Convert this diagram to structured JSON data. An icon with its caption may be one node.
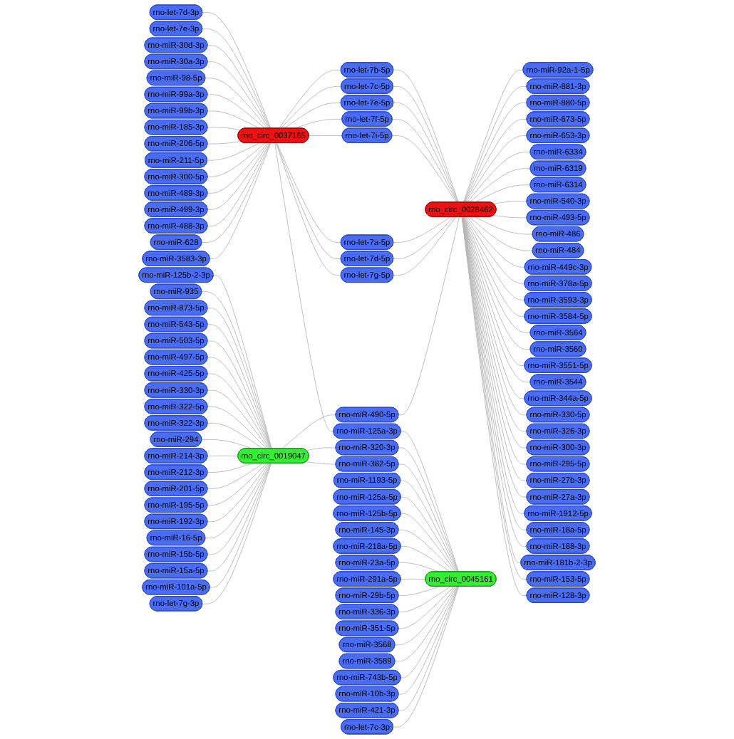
{
  "diagram": {
    "nodes": [
      {
        "text": [
          "rno_circ_0028462"
        ]
      },
      {
        "text": [
          "rno_circ_0037165"
        ]
      },
      {
        "text": [
          "rno_circ_0045161"
        ]
      },
      {
        "text": [
          "rno_circ_0019047"
        ]
      },
      {
        "text": [
          "rno-let-7b-5p"
        ]
      },
      {
        "text": [
          "rno-let-7c-5p"
        ]
      },
      {
        "text": [
          "rno-let-7e-5p"
        ]
      },
      {
        "text": [
          "rno-let-7f-5p"
        ]
      },
      {
        "text": [
          "rno-let-7i-5p"
        ]
      },
      {
        "text": [
          "rno-let-7a-5p"
        ]
      },
      {
        "text": [
          "rno-let-7d-5p"
        ]
      },
      {
        "text": [
          "rno-let-7g-5p"
        ]
      },
      {
        "text": [
          "rno-miR-490-5p"
        ]
      },
      {
        "text": [
          "rno-miR-125a-3p"
        ]
      },
      {
        "text": [
          "rno-miR-320-3p"
        ]
      },
      {
        "text": [
          "rno-miR-382-5p"
        ]
      },
      {
        "text": [
          "rno-miR-92a-1-5p"
        ]
      },
      {
        "text": [
          "rno-miR-881-3p"
        ]
      },
      {
        "text": [
          "rno-miR-880-5p"
        ]
      },
      {
        "text": [
          "rno-miR-673-5p"
        ]
      },
      {
        "text": [
          "rno-miR-653-3p"
        ]
      },
      {
        "text": [
          "rno-miR-6334"
        ]
      },
      {
        "text": [
          "rno-miR-6319"
        ]
      },
      {
        "text": [
          "rno-miR-6314"
        ]
      },
      {
        "text": [
          "rno-miR-540-3p"
        ]
      },
      {
        "text": [
          "rno-miR-493-5p"
        ]
      },
      {
        "text": [
          "rno-miR-486"
        ]
      },
      {
        "text": [
          "rno-miR-484"
        ]
      },
      {
        "text": [
          "rno-miR-449c-3p"
        ]
      },
      {
        "text": [
          "rno-miR-378a-5p"
        ]
      },
      {
        "text": [
          "rno-miR-3593-3p"
        ]
      },
      {
        "text": [
          "rno-miR-3584-5p"
        ]
      },
      {
        "text": [
          "rno-miR-3564"
        ]
      },
      {
        "text": [
          "rno-miR-3560"
        ]
      },
      {
        "text": [
          "rno-miR-3551-5p"
        ]
      },
      {
        "text": [
          "rno-miR-3544"
        ]
      },
      {
        "text": [
          "rno-miR-344a-5p"
        ]
      },
      {
        "text": [
          "rno-miR-330-5p"
        ]
      },
      {
        "text": [
          "rno-miR-326-3p"
        ]
      },
      {
        "text": [
          "rno-miR-300-3p"
        ]
      },
      {
        "text": [
          "rno-miR-295-5p"
        ]
      },
      {
        "text": [
          "rno-miR-27b-3p"
        ]
      },
      {
        "text": [
          "rno-miR-27a-3p"
        ]
      },
      {
        "text": [
          "rno-miR-1912-5p"
        ]
      },
      {
        "text": [
          "rno-miR-18a-5p"
        ]
      },
      {
        "text": [
          "rno-miR-188-3p"
        ]
      },
      {
        "text": [
          "rno-miR-181b-2-3p"
        ]
      },
      {
        "text": [
          "rno-miR-153-5p"
        ]
      },
      {
        "text": [
          "rno-miR-128-3p"
        ]
      },
      {
        "text": [
          "rno-let-7d-3p"
        ]
      },
      {
        "text": [
          "rno-let-7e-3p"
        ]
      },
      {
        "text": [
          "rno-miR-30d-3p"
        ]
      },
      {
        "text": [
          "rno-miR-30a-3p"
        ]
      },
      {
        "text": [
          "rno-miR-98-5p"
        ]
      },
      {
        "text": [
          "rno-miR-99a-3p"
        ]
      },
      {
        "text": [
          "rno-miR-99b-3p"
        ]
      },
      {
        "text": [
          "rno-miR-185-3p"
        ]
      },
      {
        "text": [
          "rno-miR-206-5p"
        ]
      },
      {
        "text": [
          "rno-miR-211-5p"
        ]
      },
      {
        "text": [
          "rno-miR-300-5p"
        ]
      },
      {
        "text": [
          "rno-miR-489-3p"
        ]
      },
      {
        "text": [
          "rno-miR-499-3p"
        ]
      },
      {
        "text": [
          "rno-miR-488-3p"
        ]
      },
      {
        "text": [
          "rno-miR-628"
        ]
      },
      {
        "text": [
          "rno-miR-3583-3p"
        ]
      },
      {
        "text": [
          "rno-miR-1193-5p"
        ]
      },
      {
        "text": [
          "rno-miR-125a-5p"
        ]
      },
      {
        "text": [
          "rno-miR-125b-5p"
        ]
      },
      {
        "text": [
          "rno-miR-145-3p"
        ]
      },
      {
        "text": [
          "rno-miR-218a-5p"
        ]
      },
      {
        "text": [
          "rno-miR-23a-5p"
        ]
      },
      {
        "text": [
          "rno-miR-291a-5p"
        ]
      },
      {
        "text": [
          "rno-miR-29b-5p"
        ]
      },
      {
        "text": [
          "rno-miR-336-3p"
        ]
      },
      {
        "text": [
          "rno-miR-351-5p"
        ]
      },
      {
        "text": [
          "rno-miR-3568"
        ]
      },
      {
        "text": [
          "rno-miR-3589"
        ]
      },
      {
        "text": [
          "rno-miR-743b-5p"
        ]
      },
      {
        "text": [
          "rno-miR-10b-3p"
        ]
      },
      {
        "text": [
          "rno-miR-421-3p"
        ]
      },
      {
        "text": [
          "rno-let-7c-3p"
        ]
      },
      {
        "text": [
          "rno-miR-125b-2-3p"
        ]
      },
      {
        "text": [
          "rno-miR-935"
        ]
      },
      {
        "text": [
          "rno-miR-873-5p"
        ]
      },
      {
        "text": [
          "rno-miR-543-5p"
        ]
      },
      {
        "text": [
          "rno-miR-503-5p"
        ]
      },
      {
        "text": [
          "rno-miR-497-5p"
        ]
      },
      {
        "text": [
          "rno-miR-425-5p"
        ]
      },
      {
        "text": [
          "rno-miR-330-3p"
        ]
      },
      {
        "text": [
          "rno-miR-322-5p"
        ]
      },
      {
        "text": [
          "rno-miR-322-3p"
        ]
      },
      {
        "text": [
          "rno-miR-294"
        ]
      },
      {
        "text": [
          "rno-miR-214-3p"
        ]
      },
      {
        "text": [
          "rno-miR-212-3p"
        ]
      },
      {
        "text": [
          "rno-miR-201-5p"
        ]
      },
      {
        "text": [
          "rno-miR-195-5p"
        ]
      },
      {
        "text": [
          "rno-miR-192-3p"
        ]
      },
      {
        "text": [
          "rno-miR-16-5p"
        ]
      },
      {
        "text": [
          "rno-miR-15b-5p"
        ]
      },
      {
        "text": [
          "rno-miR-15a-5p"
        ]
      },
      {
        "text": [
          "rno-miR-101a-5p"
        ]
      },
      {
        "text": [
          "rno-let-7g-3p"
        ]
      }
    ],
    "edges": [
      {
        "from": 1,
        "to": 4,
        "arrow": "none"
      },
      {
        "from": 4,
        "to": 0,
        "arrow": "none"
      },
      {
        "from": 1,
        "to": 5,
        "arrow": "none"
      },
      {
        "from": 5,
        "to": 0,
        "arrow": "none"
      },
      {
        "from": 1,
        "to": 6,
        "arrow": "none"
      },
      {
        "from": 6,
        "to": 0,
        "arrow": "none"
      },
      {
        "from": 1,
        "to": 7,
        "arrow": "none"
      },
      {
        "from": 7,
        "to": 0,
        "arrow": "none"
      },
      {
        "from": 1,
        "to": 8,
        "arrow": "none"
      },
      {
        "from": 8,
        "to": 0,
        "arrow": "none"
      },
      {
        "from": 1,
        "to": 9,
        "arrow": "none"
      },
      {
        "from": 9,
        "to": 0,
        "arrow": "none"
      },
      {
        "from": 1,
        "to": 10,
        "arrow": "none"
      },
      {
        "from": 10,
        "to": 0,
        "arrow": "none"
      },
      {
        "from": 1,
        "to": 11,
        "arrow": "none"
      },
      {
        "from": 11,
        "to": 0,
        "arrow": "none"
      },
      {
        "from": 3,
        "to": 12,
        "arrow": "none"
      },
      {
        "from": 12,
        "to": 0,
        "arrow": "none"
      },
      {
        "from": 1,
        "to": 13,
        "arrow": "none"
      },
      {
        "from": 13,
        "to": 2,
        "arrow": "none"
      },
      {
        "from": 3,
        "to": 14,
        "arrow": "none"
      },
      {
        "from": 14,
        "to": 2,
        "arrow": "none"
      },
      {
        "from": 3,
        "to": 15,
        "arrow": "none"
      },
      {
        "from": 15,
        "to": 2,
        "arrow": "none"
      },
      {
        "from": 0,
        "to": 16,
        "arrow": "none"
      },
      {
        "from": 0,
        "to": 17,
        "arrow": "none"
      },
      {
        "from": 0,
        "to": 18,
        "arrow": "none"
      },
      {
        "from": 0,
        "to": 19,
        "arrow": "none"
      },
      {
        "from": 0,
        "to": 20,
        "arrow": "none"
      },
      {
        "from": 0,
        "to": 21,
        "arrow": "none"
      },
      {
        "from": 0,
        "to": 22,
        "arrow": "none"
      },
      {
        "from": 0,
        "to": 23,
        "arrow": "none"
      },
      {
        "from": 0,
        "to": 24,
        "arrow": "none"
      },
      {
        "from": 0,
        "to": 25,
        "arrow": "none"
      },
      {
        "from": 0,
        "to": 26,
        "arrow": "none"
      },
      {
        "from": 0,
        "to": 27,
        "arrow": "none"
      },
      {
        "from": 0,
        "to": 28,
        "arrow": "none"
      },
      {
        "from": 0,
        "to": 29,
        "arrow": "none"
      },
      {
        "from": 0,
        "to": 30,
        "arrow": "none"
      },
      {
        "from": 0,
        "to": 31,
        "arrow": "none"
      },
      {
        "from": 0,
        "to": 32,
        "arrow": "none"
      },
      {
        "from": 0,
        "to": 33,
        "arrow": "none"
      },
      {
        "from": 0,
        "to": 34,
        "arrow": "none"
      },
      {
        "from": 0,
        "to": 35,
        "arrow": "none"
      },
      {
        "from": 0,
        "to": 36,
        "arrow": "none"
      },
      {
        "from": 0,
        "to": 37,
        "arrow": "none"
      },
      {
        "from": 0,
        "to": 38,
        "arrow": "none"
      },
      {
        "from": 0,
        "to": 39,
        "arrow": "none"
      },
      {
        "from": 0,
        "to": 40,
        "arrow": "none"
      },
      {
        "from": 0,
        "to": 41,
        "arrow": "none"
      },
      {
        "from": 0,
        "to": 42,
        "arrow": "none"
      },
      {
        "from": 0,
        "to": 43,
        "arrow": "none"
      },
      {
        "from": 0,
        "to": 44,
        "arrow": "none"
      },
      {
        "from": 0,
        "to": 45,
        "arrow": "none"
      },
      {
        "from": 0,
        "to": 46,
        "arrow": "none"
      },
      {
        "from": 0,
        "to": 47,
        "arrow": "none"
      },
      {
        "from": 0,
        "to": 48,
        "arrow": "none"
      },
      {
        "from": 49,
        "to": 1,
        "arrow": "none"
      },
      {
        "from": 50,
        "to": 1,
        "arrow": "none"
      },
      {
        "from": 51,
        "to": 1,
        "arrow": "none"
      },
      {
        "from": 52,
        "to": 1,
        "arrow": "none"
      },
      {
        "from": 53,
        "to": 1,
        "arrow": "none"
      },
      {
        "from": 54,
        "to": 1,
        "arrow": "none"
      },
      {
        "from": 55,
        "to": 1,
        "arrow": "none"
      },
      {
        "from": 56,
        "to": 1,
        "arrow": "none"
      },
      {
        "from": 57,
        "to": 1,
        "arrow": "none"
      },
      {
        "from": 58,
        "to": 1,
        "arrow": "none"
      },
      {
        "from": 59,
        "to": 1,
        "arrow": "none"
      },
      {
        "from": 60,
        "to": 1,
        "arrow": "none"
      },
      {
        "from": 61,
        "to": 1,
        "arrow": "none"
      },
      {
        "from": 62,
        "to": 1,
        "arrow": "none"
      },
      {
        "from": 63,
        "to": 1,
        "arrow": "none"
      },
      {
        "from": 64,
        "to": 1,
        "arrow": "none"
      },
      {
        "from": 65,
        "to": 2,
        "arrow": "none"
      },
      {
        "from": 66,
        "to": 2,
        "arrow": "none"
      },
      {
        "from": 67,
        "to": 2,
        "arrow": "none"
      },
      {
        "from": 68,
        "to": 2,
        "arrow": "none"
      },
      {
        "from": 69,
        "to": 2,
        "arrow": "none"
      },
      {
        "from": 70,
        "to": 2,
        "arrow": "none"
      },
      {
        "from": 71,
        "to": 2,
        "arrow": "none"
      },
      {
        "from": 72,
        "to": 2,
        "arrow": "none"
      },
      {
        "from": 73,
        "to": 2,
        "arrow": "none"
      },
      {
        "from": 74,
        "to": 2,
        "arrow": "none"
      },
      {
        "from": 75,
        "to": 2,
        "arrow": "none"
      },
      {
        "from": 76,
        "to": 2,
        "arrow": "none"
      },
      {
        "from": 77,
        "to": 2,
        "arrow": "none"
      },
      {
        "from": 78,
        "to": 2,
        "arrow": "none"
      },
      {
        "from": 79,
        "to": 2,
        "arrow": "none"
      },
      {
        "from": 80,
        "to": 2,
        "arrow": "none"
      },
      {
        "from": 81,
        "to": 3,
        "arrow": "none"
      },
      {
        "from": 82,
        "to": 3,
        "arrow": "none"
      },
      {
        "from": 83,
        "to": 3,
        "arrow": "none"
      },
      {
        "from": 84,
        "to": 3,
        "arrow": "none"
      },
      {
        "from": 85,
        "to": 3,
        "arrow": "none"
      },
      {
        "from": 86,
        "to": 3,
        "arrow": "none"
      },
      {
        "from": 87,
        "to": 3,
        "arrow": "none"
      },
      {
        "from": 88,
        "to": 3,
        "arrow": "none"
      },
      {
        "from": 89,
        "to": 3,
        "arrow": "none"
      },
      {
        "from": 90,
        "to": 3,
        "arrow": "none"
      },
      {
        "from": 91,
        "to": 3,
        "arrow": "none"
      },
      {
        "from": 92,
        "to": 3,
        "arrow": "none"
      },
      {
        "from": 93,
        "to": 3,
        "arrow": "none"
      },
      {
        "from": 94,
        "to": 3,
        "arrow": "none"
      },
      {
        "from": 95,
        "to": 3,
        "arrow": "none"
      },
      {
        "from": 96,
        "to": 3,
        "arrow": "none"
      },
      {
        "from": 97,
        "to": 3,
        "arrow": "none"
      },
      {
        "from": 98,
        "to": 3,
        "arrow": "none"
      },
      {
        "from": 99,
        "to": 3,
        "arrow": "none"
      },
      {
        "from": 100,
        "to": 3,
        "arrow": "none"
      },
      {
        "from": 101,
        "to": 3,
        "arrow": "none"
      }
    ]
  }
}
